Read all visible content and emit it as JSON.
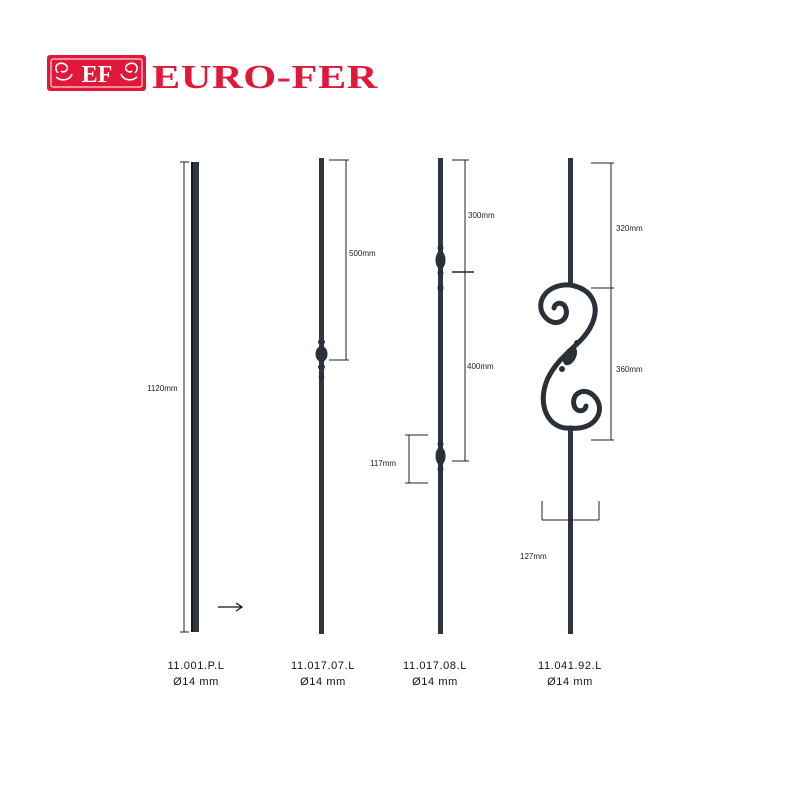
{
  "brand": {
    "mark": "EF",
    "name": "EURO-FER",
    "color": "#e0183a"
  },
  "colors": {
    "bar": "#2f3640",
    "bar_dark": "#15191e",
    "dimension_line": "#222222"
  },
  "products": [
    {
      "code": "11.001.P.L",
      "diameter": "Ø14 mm",
      "dimensions": [
        "1120mm"
      ]
    },
    {
      "code": "11.017.07.L",
      "diameter": "Ø14 mm",
      "dimensions": [
        "500mm"
      ]
    },
    {
      "code": "11.017.08.L",
      "diameter": "Ø14 mm",
      "dimensions": [
        "300mm",
        "400mm",
        "117mm"
      ]
    },
    {
      "code": "11.041.92.L",
      "diameter": "Ø14 mm",
      "dimensions": [
        "320mm",
        "360mm",
        "127mm"
      ]
    }
  ],
  "icons": {
    "pointer": "arrow-right-icon"
  }
}
